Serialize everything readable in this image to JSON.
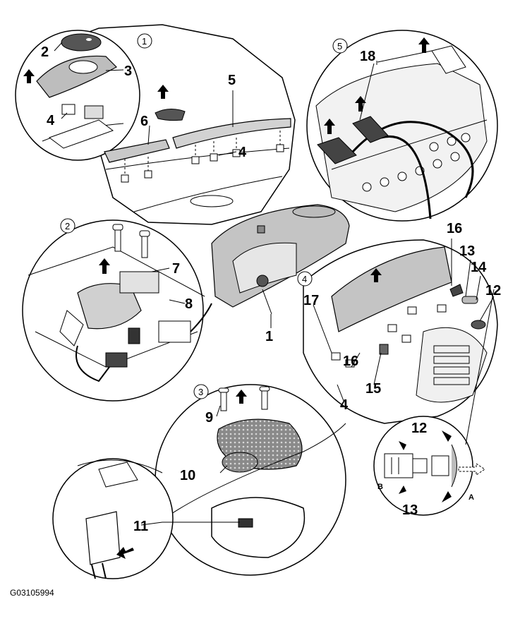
{
  "figure_id": "G03105994",
  "detail_views": [
    "1",
    "2",
    "3",
    "4",
    "5"
  ],
  "part_labels": [
    "1",
    "2",
    "3",
    "4",
    "4",
    "4",
    "5",
    "6",
    "7",
    "8",
    "9",
    "10",
    "11",
    "12",
    "12",
    "13",
    "13",
    "14",
    "15",
    "16",
    "16",
    "17",
    "18"
  ],
  "sub_labels": {
    "a": "A",
    "b": "B"
  },
  "colors": {
    "line": "#000000",
    "shade": "#c8c8c8",
    "dark": "#555555"
  }
}
